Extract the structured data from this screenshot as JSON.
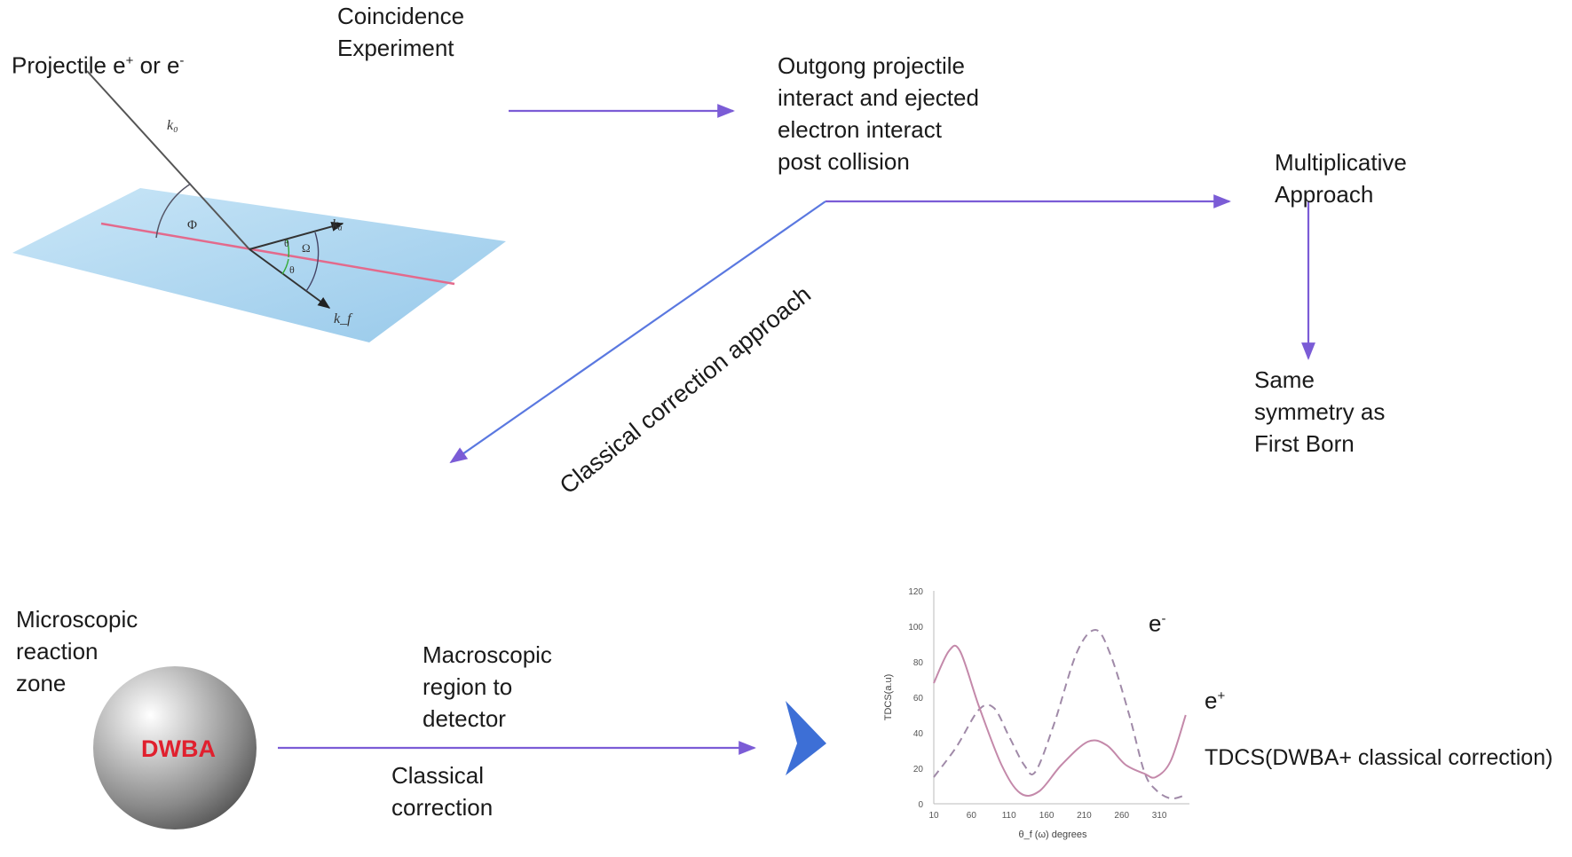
{
  "labels": {
    "coincidence": [
      "Coincidence",
      "Experiment"
    ],
    "projectile": {
      "base": "Projectile e",
      "sup1": "+",
      "mid": " or e",
      "sup2": "-"
    },
    "outgoing": [
      "Outgong projectile",
      "interact and ejected",
      "electron interact",
      "post collision"
    ],
    "multiplicative": [
      "Multiplicative",
      "Approach"
    ],
    "same_symmetry": [
      "Same",
      "symmetry as",
      "First Born"
    ],
    "classical_approach": "Classical correction approach",
    "microscopic": [
      "Microscopic",
      "reaction",
      "zone"
    ],
    "dwba": "DWBA",
    "macroscopic": [
      "Macroscopic",
      "region to",
      "detector"
    ],
    "classical_correction": [
      "Classical",
      "correction"
    ],
    "e_minus": {
      "base": "e",
      "sup": "-"
    },
    "e_plus": {
      "base": "e",
      "sup": "+"
    },
    "tdcs_caption": "TDCS(DWBA+ classical correction)"
  },
  "geometry_labels": {
    "k0": "k₀",
    "ka": "kₐ",
    "kf": "k_f",
    "phi": "Φ",
    "theta_a": "θ",
    "theta_f": "θ",
    "omega": "Ω"
  },
  "colors": {
    "arrow": "#7b5cd6",
    "plane": "#a9d4ef",
    "red_line": "#e36a8c",
    "dwba_text": "#e0202e",
    "chevron": "#3d6fd6",
    "curve_pos": "#c489aa",
    "curve_neg": "#a08aa8"
  },
  "chart_data": {
    "type": "line",
    "ylabel": "TDCS(a.u)",
    "xlabel": "θ_f (ω) degrees",
    "x_ticks": [
      "10",
      "60",
      "110",
      "160",
      "210",
      "260",
      "310"
    ],
    "y_ticks": [
      "0",
      "20",
      "40",
      "60",
      "80",
      "100",
      "120"
    ],
    "xlim": [
      10,
      350
    ],
    "ylim": [
      0,
      120
    ],
    "series": [
      {
        "name": "e-",
        "style": "dashed",
        "x": [
          10,
          40,
          70,
          90,
          110,
          130,
          145,
          170,
          200,
          225,
          245,
          270,
          290,
          305,
          325,
          345
        ],
        "y": [
          15,
          32,
          53,
          54,
          38,
          22,
          18,
          45,
          85,
          98,
          84,
          50,
          18,
          8,
          3,
          5
        ]
      },
      {
        "name": "e+",
        "style": "solid",
        "x": [
          10,
          30,
          45,
          70,
          100,
          125,
          150,
          180,
          215,
          240,
          265,
          290,
          305,
          325,
          345
        ],
        "y": [
          68,
          86,
          86,
          55,
          22,
          6,
          7,
          22,
          35,
          33,
          22,
          17,
          15,
          24,
          50
        ]
      }
    ]
  }
}
